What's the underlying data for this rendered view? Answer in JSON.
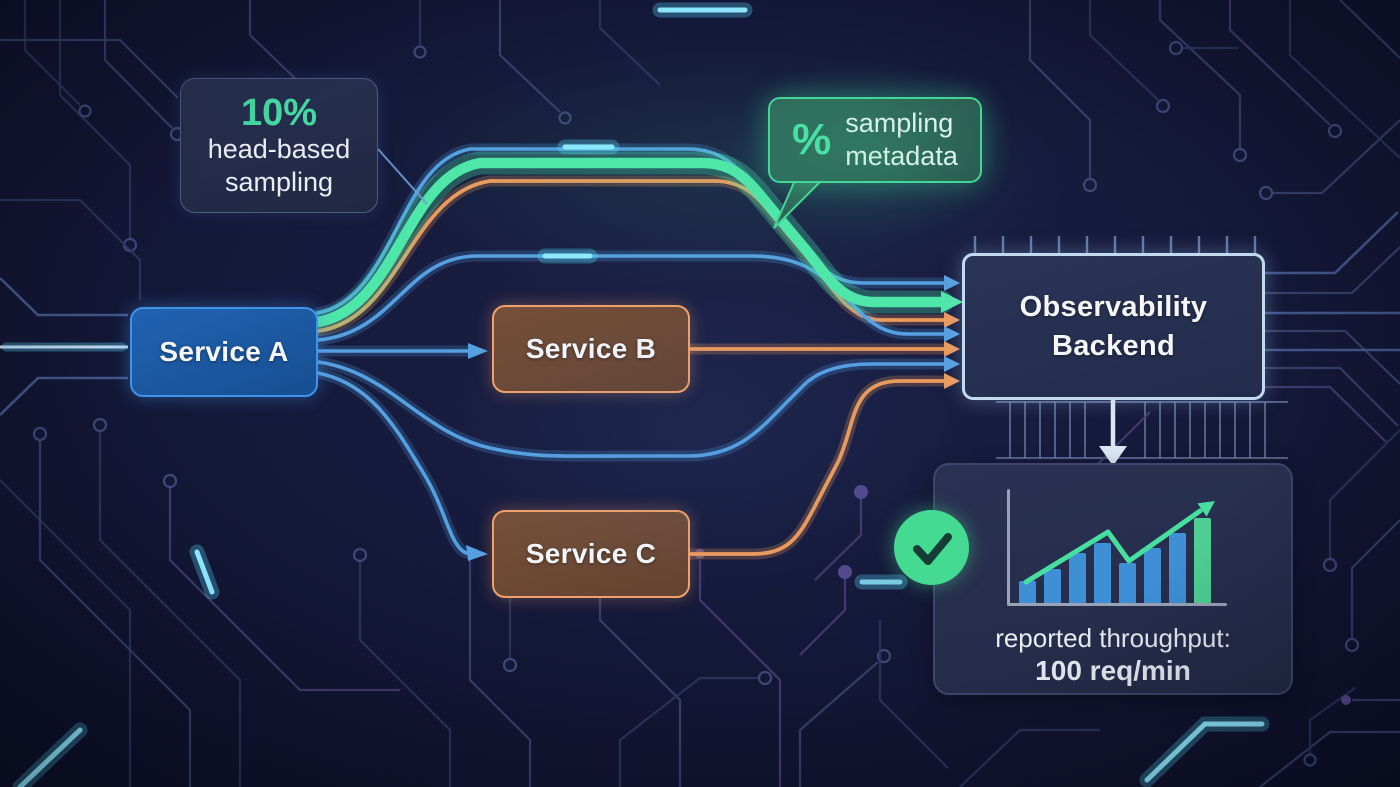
{
  "annotations": {
    "head_sampling": {
      "value": "10%",
      "line1": "head-based",
      "line2": "sampling"
    },
    "sampling_metadata": {
      "symbol": "%",
      "line1": "sampling",
      "line2": "metadata"
    }
  },
  "nodes": {
    "service_a": {
      "label": "Service A",
      "accent": "#4093e8"
    },
    "service_b": {
      "label": "Service B",
      "accent": "#f0a06b"
    },
    "service_c": {
      "label": "Service C",
      "accent": "#f0a06b"
    },
    "backend": {
      "line1": "Observability",
      "line2": "Backend",
      "accent": "#c2d9f0"
    }
  },
  "edges": [
    {
      "from": "service_a",
      "to": "backend",
      "color": "blue",
      "route": "over-top"
    },
    {
      "from": "service_a",
      "to": "backend",
      "color": "green",
      "route": "over-top",
      "meaning": "sampled traces with metadata"
    },
    {
      "from": "service_a",
      "to": "backend",
      "color": "orange",
      "route": "over-top"
    },
    {
      "from": "service_a",
      "to": "backend",
      "color": "blue",
      "route": "middle"
    },
    {
      "from": "service_a",
      "to": "service_b",
      "color": "blue"
    },
    {
      "from": "service_a",
      "to": "backend",
      "color": "blue",
      "route": "under-service-b"
    },
    {
      "from": "service_a",
      "to": "service_c",
      "color": "blue"
    },
    {
      "from": "service_b",
      "to": "backend",
      "color": "orange"
    },
    {
      "from": "service_c",
      "to": "backend",
      "color": "orange"
    },
    {
      "from": "backend",
      "to": "report",
      "color": "white",
      "direction": "down"
    }
  ],
  "report": {
    "caption_line1": "reported throughput:",
    "caption_line2": "100 req/min",
    "check_icon": "checkmark"
  },
  "chart_data": {
    "type": "bar",
    "title": "",
    "values": [
      22,
      34,
      50,
      60,
      40,
      55,
      70,
      85
    ],
    "highlight_last_bar": true,
    "trend": "upward",
    "legend": "none",
    "axes_labeled": false
  },
  "colors": {
    "accent_green": "#4fe6a9",
    "accent_blue": "#55a0e0",
    "accent_orange": "#eb9a5c",
    "bar_blue": "#3e8fd6",
    "bar_green": "#4fcf94",
    "check_green": "#45da92"
  }
}
